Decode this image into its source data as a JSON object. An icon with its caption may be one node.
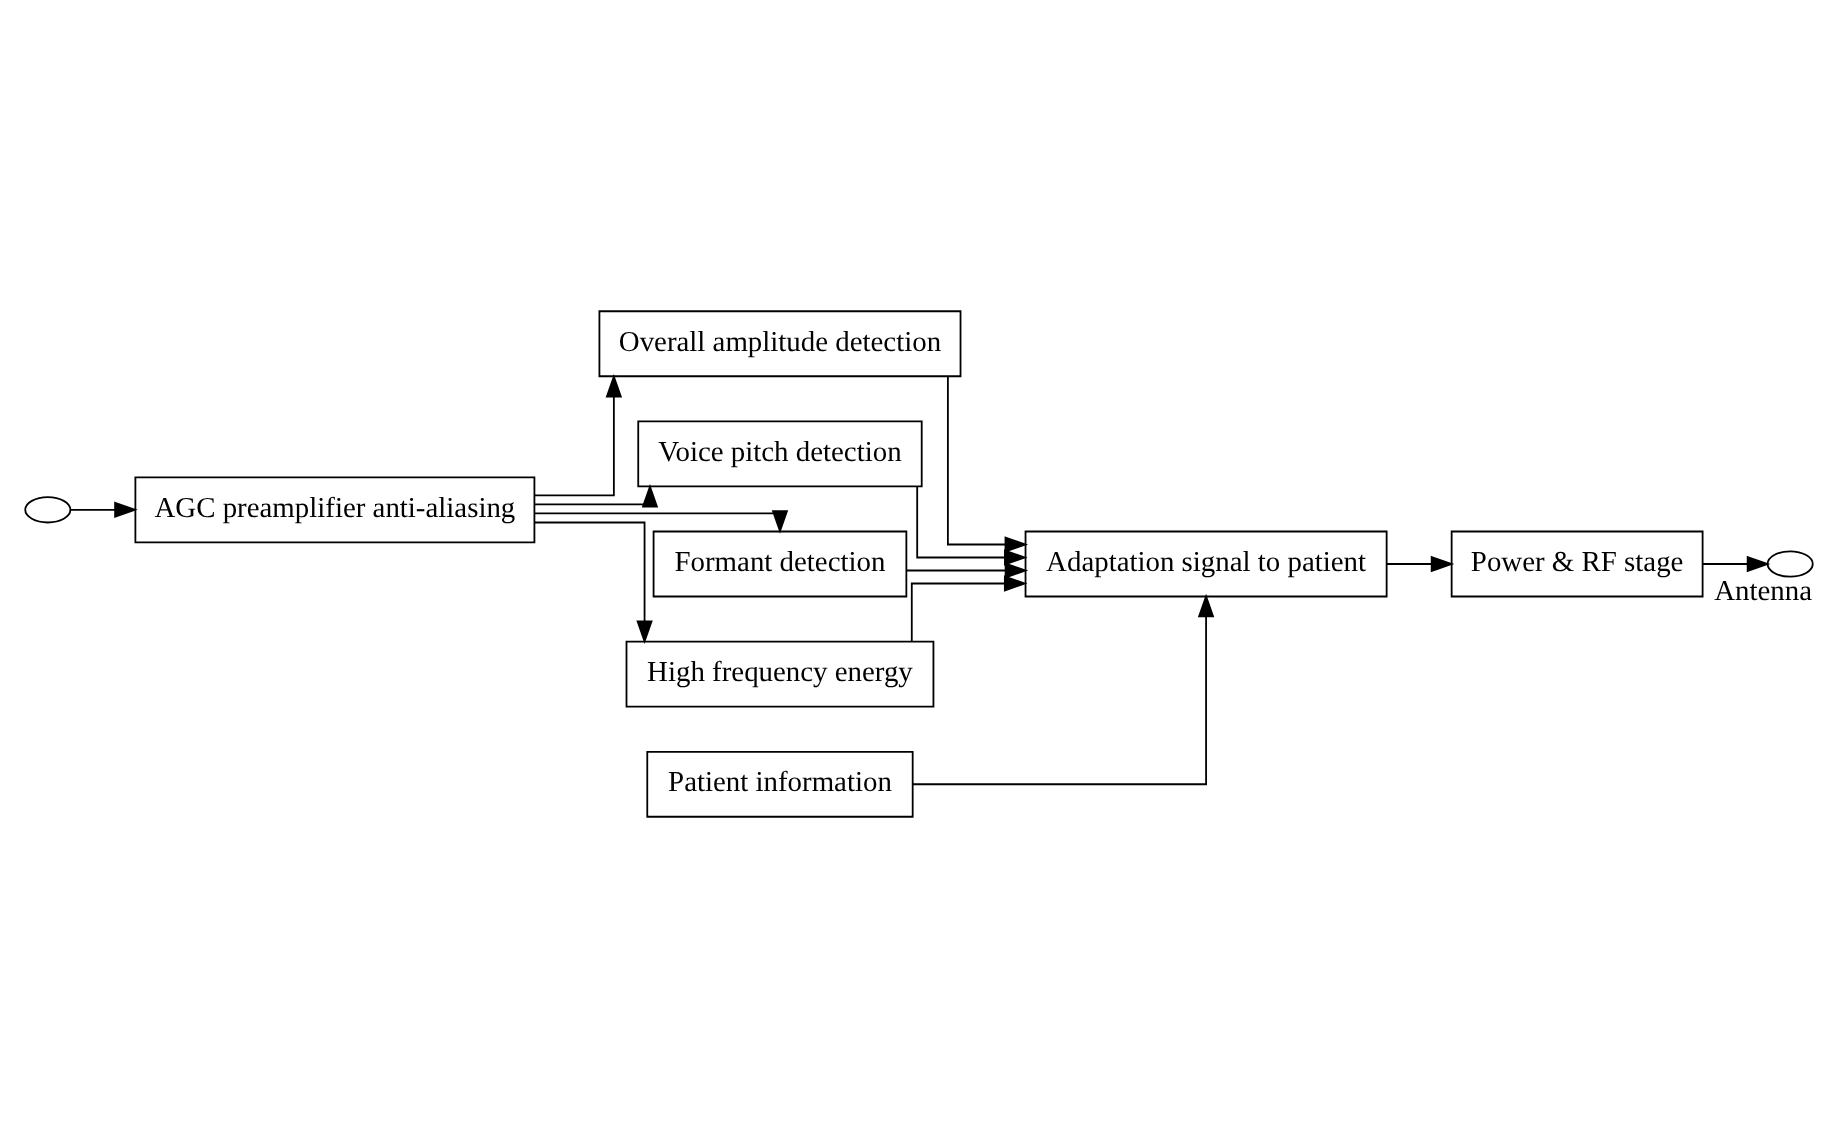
{
  "diagram": {
    "nodes": [
      {
        "text": [],
        "shape": "circle"
      },
      {
        "text": [
          "AGC preamplifier anti-aliasing"
        ]
      },
      {
        "text": [
          "Overall amplitude detection"
        ]
      },
      {
        "text": [
          "Voice pitch detection"
        ]
      },
      {
        "text": [
          "Formant detection"
        ]
      },
      {
        "text": [
          "High frequency energy"
        ]
      },
      {
        "text": [
          "Adaptation signal to patient"
        ]
      },
      {
        "text": [
          "Power & RF stage"
        ]
      },
      {
        "text": [
          "Patient information"
        ]
      },
      {
        "text": [],
        "shape": "circle",
        "beside": [
          "Antenna"
        ]
      }
    ],
    "edges": [
      {
        "from": 0,
        "to": 1,
        "arrow": "to"
      },
      {
        "from": 1,
        "to": 2,
        "arrow": "to"
      },
      {
        "from": 1,
        "to": 3,
        "arrow": "to"
      },
      {
        "from": 1,
        "to": 4,
        "arrow": "to"
      },
      {
        "from": 1,
        "to": 5,
        "arrow": "to"
      },
      {
        "from": 2,
        "to": 6,
        "arrow": "to"
      },
      {
        "from": 3,
        "to": 6,
        "arrow": "to"
      },
      {
        "from": 4,
        "to": 6,
        "arrow": "to"
      },
      {
        "from": 5,
        "to": 6,
        "arrow": "to"
      },
      {
        "from": 8,
        "to": 6,
        "arrow": "to"
      },
      {
        "from": 6,
        "to": 7,
        "arrow": "to"
      },
      {
        "from": 7,
        "to": 9,
        "arrow": "to"
      }
    ]
  }
}
